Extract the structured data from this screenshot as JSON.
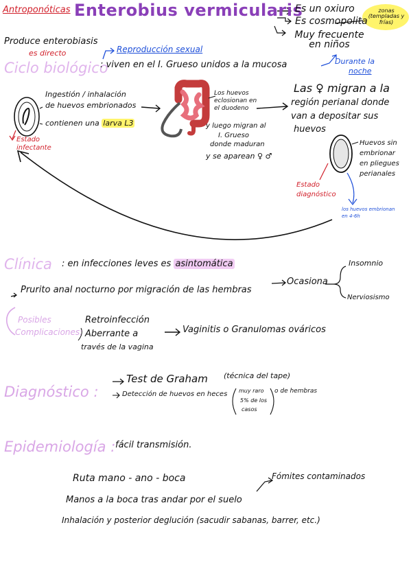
{
  "colors": {
    "red": "#d11f2a",
    "purple": "#8a3fb8",
    "blue": "#1e4fd9",
    "lilac": "#d9a6e6",
    "yellow": "#fff46b",
    "pink": "#f1ccf3"
  },
  "header": {
    "topic": "Antroponóticas",
    "title": "Enterobius vermicularis",
    "notes": [
      "Es un oxiuro",
      "Es cosmopolita",
      "Muy frecuente en niños"
    ],
    "badge": "zonas (templadas y frías)"
  },
  "ciclo": {
    "produce": "Produce enterobiasis",
    "direct": "es directo",
    "repro": "Reproducción sexual",
    "heading": "Ciclo biológico",
    "habitat": ": viven en el I. Grueso unidos a la mucosa",
    "ingestion1": "Ingestión / inhalación",
    "ingestion2": "de huevos embrionados",
    "larva_pre": "contienen una",
    "larva_hl": "larva L3",
    "infect1": "Estado",
    "infect2": "infectante",
    "hatch": [
      "Los huevos",
      "eclosionan en",
      "el duodeno"
    ],
    "migrate": [
      "y luego migran al",
      "I. Grueso",
      "donde maduran"
    ],
    "mate": "y se aparean ♀ ♂",
    "night1": "Durante la",
    "night2": "noche",
    "females": [
      "Las ♀ migran a la",
      "región perianal donde",
      "van a depositar sus",
      "huevos"
    ],
    "eggs": [
      "Huevos sin",
      "embrionar",
      "en pliegues",
      "perianales"
    ],
    "diag1": "Estado",
    "diag2": "diagnóstico",
    "embr": [
      "los huevos embrionan",
      "en 4-6h"
    ]
  },
  "clinica": {
    "heading": "Clínica",
    "line_pre": ": en infecciones leves es",
    "line_hl": "asintomática",
    "prurito": "Prurito anal nocturno por migración de las hembras",
    "ocasiona": "Ocasiona",
    "insomnio": "Insomnio",
    "nerv": "Nerviosismo"
  },
  "complic": {
    "heading1": "Posibles",
    "heading2": "Complicaciones:",
    "retro": "Retroinfección",
    "aberr1": "Aberrante a",
    "aberr2": "través de la vagina",
    "vag": "Vaginitis o Granulomas ováricos"
  },
  "diagnostico": {
    "heading": "Diagnóstico :",
    "graham": "Test de Graham",
    "tape": "(técnica del tape)",
    "detect": "Detección de huevos en heces",
    "rare": [
      "muy raro",
      "5% de los",
      "casos"
    ],
    "or": "o de hembras"
  },
  "epidem": {
    "heading": "Epidemiología :",
    "easy": "fácil transmisión.",
    "ruta": "Ruta mano - ano - boca",
    "fomites": "Fómites contaminados",
    "manos": "Manos a la boca tras andar por el suelo",
    "inhal": "Inhalación y posterior deglución (sacudir sabanas, barrer, etc.)"
  }
}
